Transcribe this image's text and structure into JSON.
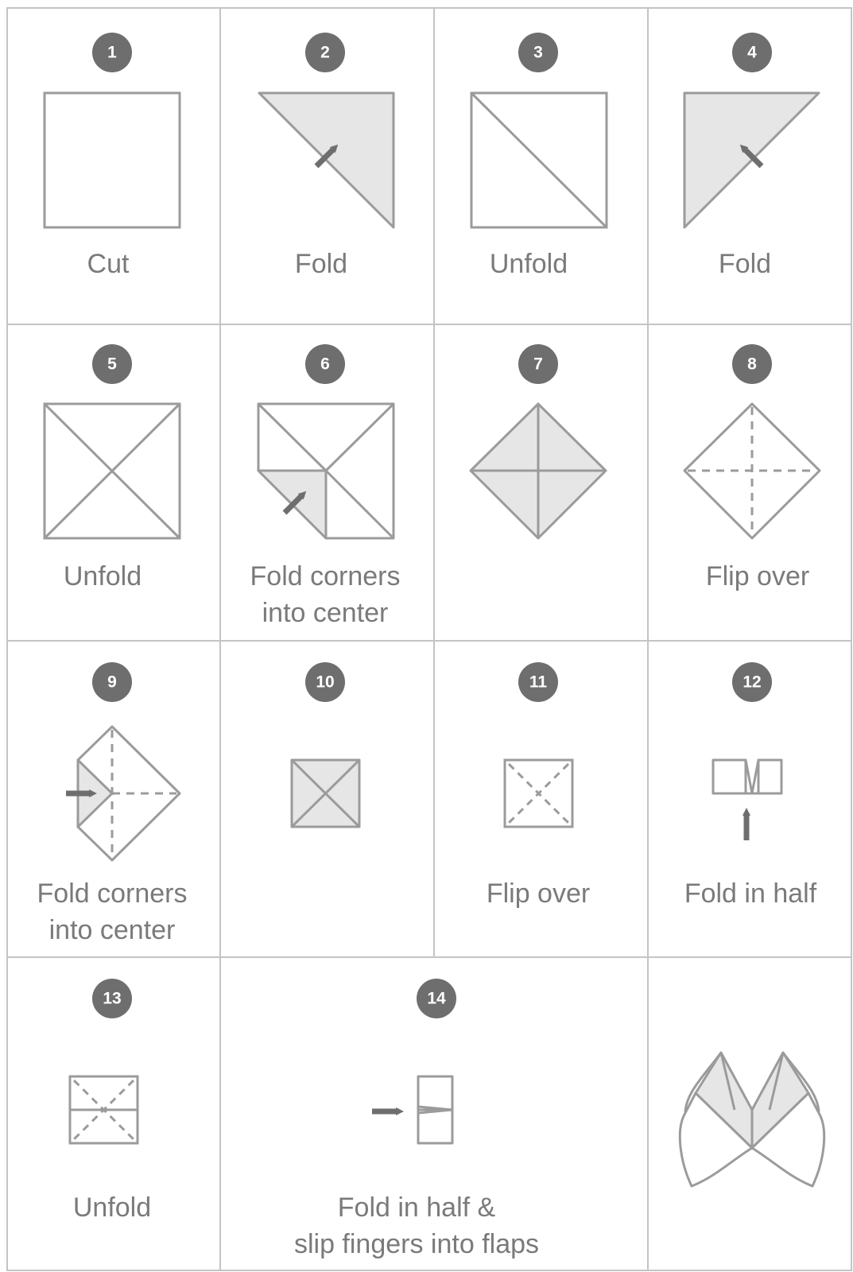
{
  "colors": {
    "line": "#9b9b9b",
    "grid": "#c4c4c4",
    "fill": "#e6e6e6",
    "badge": "#6e6e6e",
    "text": "#7a7a7a"
  },
  "steps": [
    {
      "number": "1",
      "label": [
        "Cut"
      ]
    },
    {
      "number": "2",
      "label": [
        "Fold"
      ]
    },
    {
      "number": "3",
      "label": [
        "Unfold"
      ]
    },
    {
      "number": "4",
      "label": [
        "Fold"
      ]
    },
    {
      "number": "5",
      "label": [
        "Unfold"
      ]
    },
    {
      "number": "6",
      "label": [
        "Fold corners",
        "into center"
      ]
    },
    {
      "number": "7",
      "label": []
    },
    {
      "number": "8",
      "label": [
        "Flip over"
      ]
    },
    {
      "number": "9",
      "label": [
        "Fold corners",
        "into center"
      ]
    },
    {
      "number": "10",
      "label": []
    },
    {
      "number": "11",
      "label": [
        "Flip over"
      ]
    },
    {
      "number": "12",
      "label": [
        "Fold in half"
      ]
    },
    {
      "number": "13",
      "label": [
        "Unfold"
      ]
    },
    {
      "number": "14",
      "label": [
        "Fold in half &",
        "slip fingers into flaps"
      ]
    }
  ]
}
